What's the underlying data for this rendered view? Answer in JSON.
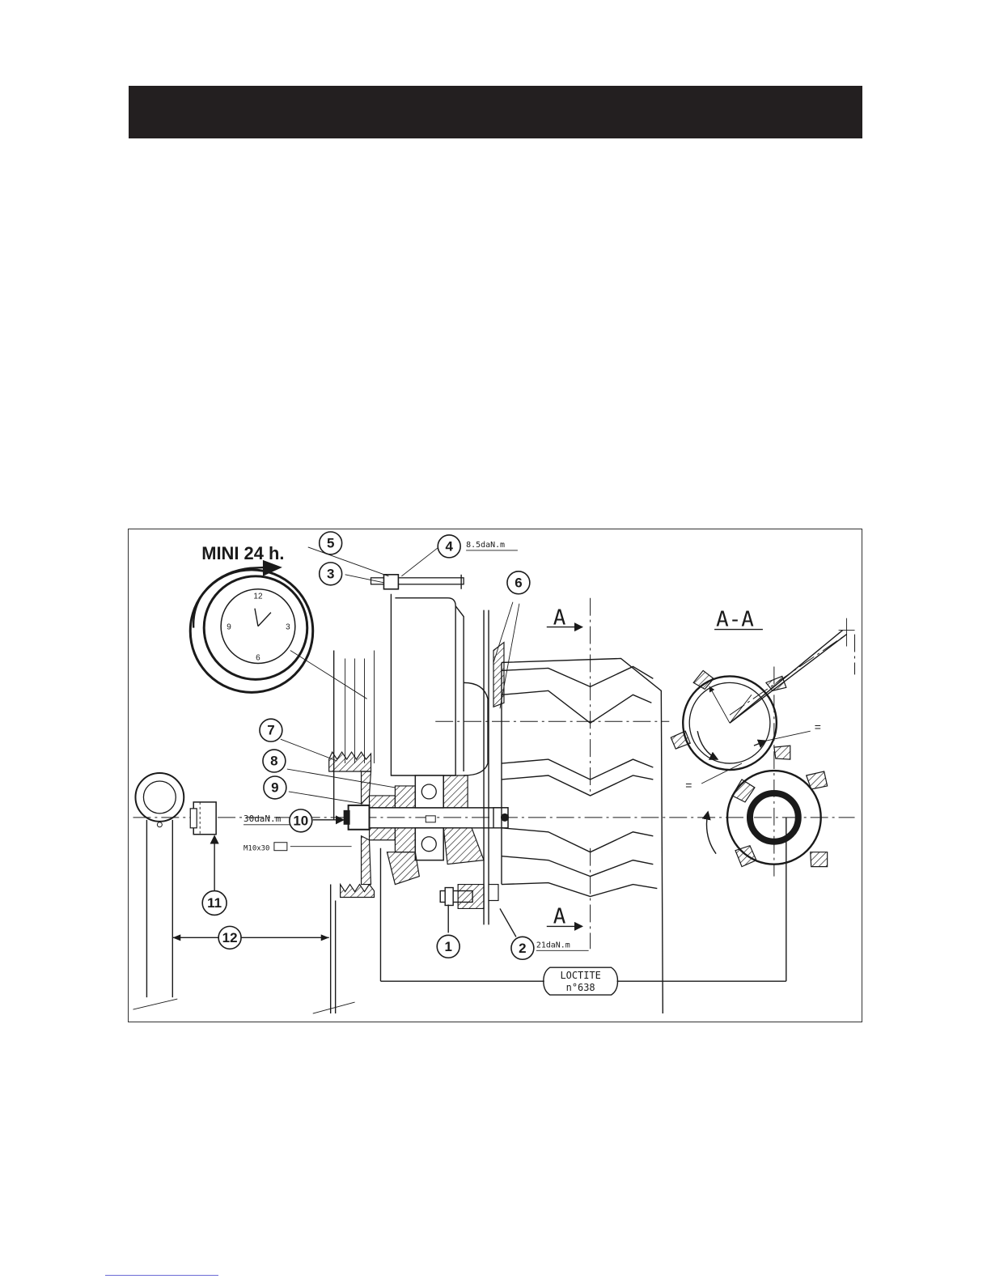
{
  "header": {
    "title": ""
  },
  "figure": {
    "mini_label": "MINI 24 h.",
    "clock_numbers": [
      "12",
      "3",
      "6",
      "9"
    ],
    "section_marker": "A",
    "section_title": "A-A",
    "equal_mark": "=",
    "torques": {
      "t4": "8.5daN.m",
      "t10": "30daN.m",
      "t2": "21daN.m"
    },
    "bolt_spec": "M10x30",
    "loctite": {
      "line1": "LOCTITE",
      "line2": "n°638"
    },
    "callouts": [
      "1",
      "2",
      "3",
      "4",
      "5",
      "6",
      "7",
      "8",
      "9",
      "10",
      "11",
      "12"
    ]
  }
}
